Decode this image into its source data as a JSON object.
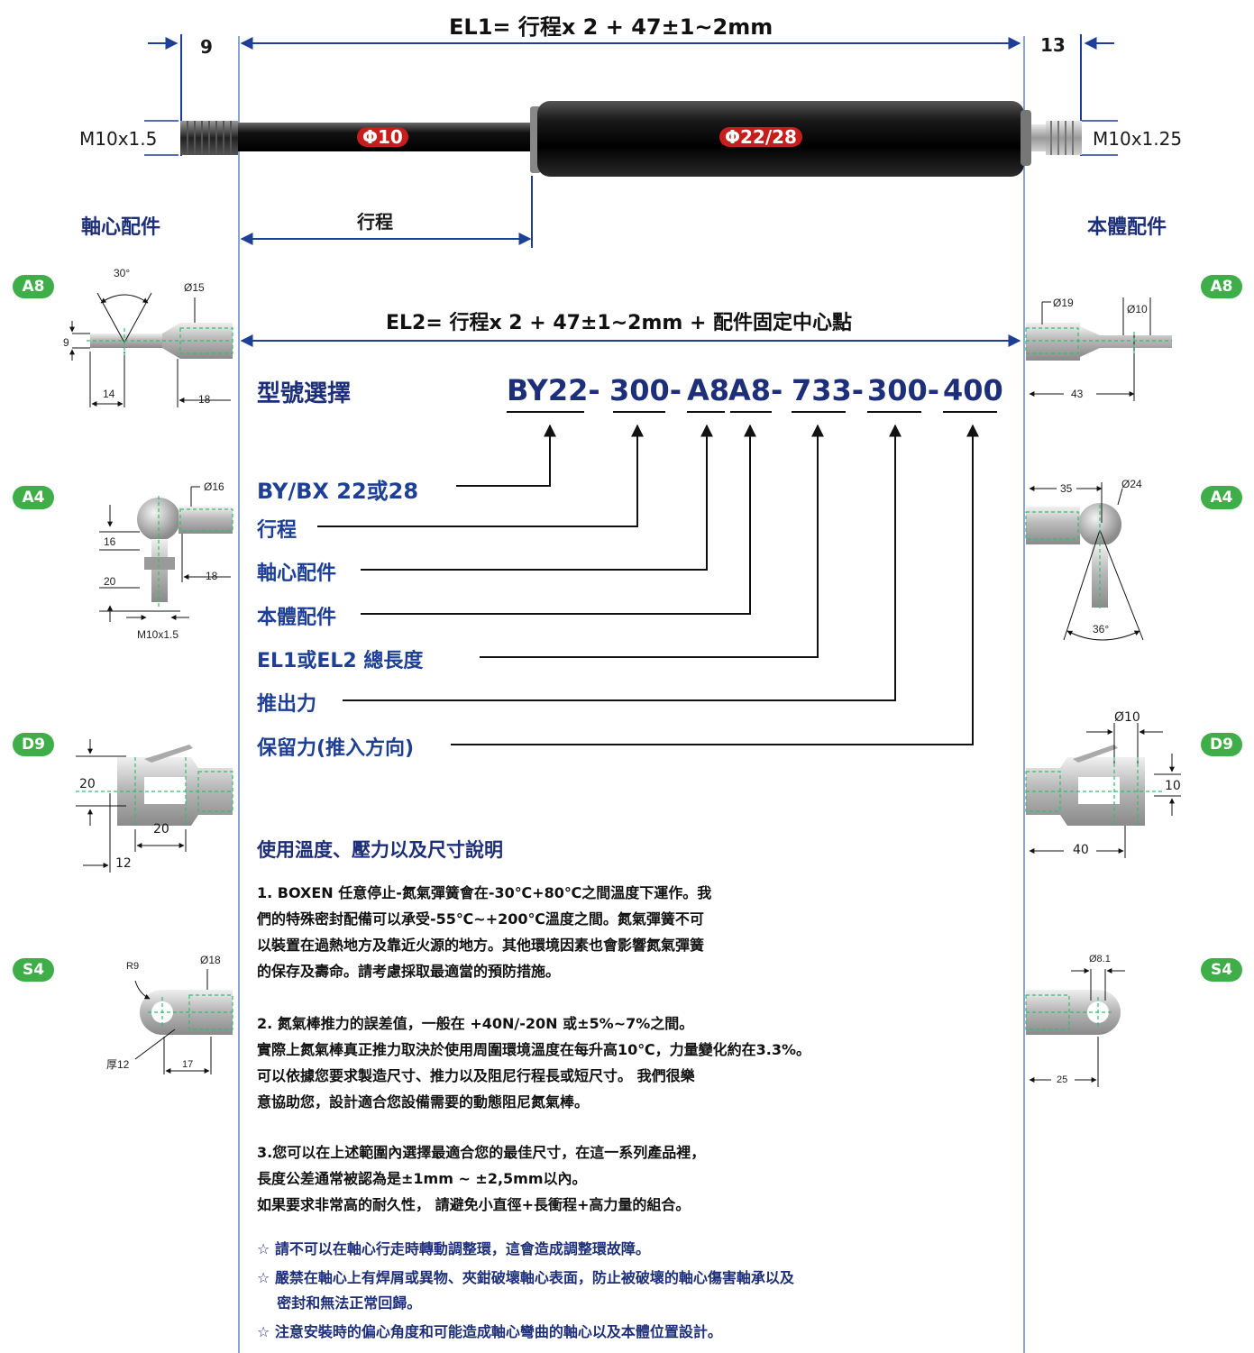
{
  "formula": {
    "el1": "EL1= 行程x 2 + 47±1~2mm",
    "el2": "EL2= 行程x 2 + 47±1~2mm + 配件固定中心點",
    "stroke": "行程"
  },
  "spring": {
    "left_offset": "9",
    "right_offset": "13",
    "left_thread": "M10x1.5",
    "right_thread": "M10x1.25",
    "rod_diameter": "Φ10",
    "body_diameter": "Φ22/28"
  },
  "headings": {
    "rod_fittings": "軸心配件",
    "body_fittings": "本體配件",
    "model_select": "型號選擇",
    "usage": "使用溫度、壓力以及尺寸說明"
  },
  "model_code": {
    "segments": [
      "BY22-",
      "300-",
      "A8",
      "A8-",
      "733-",
      "300-",
      "400"
    ]
  },
  "legend": [
    "BY/BX 22或28",
    "行程",
    "軸心配件",
    "本體配件",
    "EL1或EL2 總長度",
    "推出力",
    "保留力(推入方向)"
  ],
  "fittings": {
    "badges": [
      "A8",
      "A4",
      "D9",
      "S4"
    ],
    "a8_left": {
      "angle": "30°",
      "dia": "Ø15",
      "h": "9",
      "l1": "14",
      "l2": "18"
    },
    "a8_right": {
      "dia1": "Ø19",
      "dia2": "Ø10",
      "l": "43"
    },
    "a4_left": {
      "dia": "Ø16",
      "h1": "16",
      "h2": "20",
      "l": "18",
      "thread": "M10x1.5"
    },
    "a4_right": {
      "l": "35",
      "dia": "Ø24",
      "angle": "36°"
    },
    "d9_left": {
      "h": "20",
      "w": "20",
      "l": "12"
    },
    "d9_right": {
      "dia": "Ø10",
      "h": "10",
      "l": "40"
    },
    "s4_left": {
      "r": "R9",
      "dia": "Ø18",
      "thick": "厚12",
      "l": "17"
    },
    "s4_right": {
      "dia": "Ø8.1",
      "l": "25"
    }
  },
  "paragraphs": [
    [
      "1. BOXEN 任意停止-氮氣彈簧會在-30℃+80℃之間溫度下運作。我",
      "們的特殊密封配備可以承受-55℃~+200℃溫度之間。氮氣彈簧不可",
      "以裝置在過熱地方及靠近火源的地方。其他環境因素也會影響氮氣彈簧",
      "的保存及壽命。請考慮採取最適當的預防措施。"
    ],
    [
      "2. 氮氣棒推力的誤差值，一般在 +40N/-20N 或±5%~7%之間。",
      "實際上氮氣棒真正推力取決於使用周圍環境溫度在每升高10℃，力量變化約在3.3%。",
      "可以依據您要求製造尺寸、推力以及阻尼行程長或短尺寸。 我們很樂",
      "意協助您，設計適合您設備需要的動態阻尼氮氣棒。"
    ],
    [
      "3.您可以在上述範圍內選擇最適合您的最佳尺寸，在這一系列產品裡，",
      "長度公差通常被認為是±1mm ~ ±2,5mm以內。",
      "如果要求非常高的耐久性， 請避免小直徑+長衝程+高力量的組合。"
    ]
  ],
  "warnings": [
    [
      "☆ 請不可以在軸心行走時轉動調整環，這會造成調整環故障。"
    ],
    [
      "☆ 嚴禁在軸心上有焊屑或異物、夾鉗破壞軸心表面，防止被破壞的軸心傷害軸承以及",
      "    密封和無法正常回歸。"
    ],
    [
      "☆ 注意安裝時的偏心角度和可能造成軸心彎曲的軸心以及本體位置設計。"
    ]
  ],
  "colors": {
    "navy": "#1e2f7a",
    "badge_green": "#3fae49",
    "guide_blue": "#7c9ad0",
    "dim_line": "#1e3f96",
    "red_label": "#d42020",
    "hint_green": "#2fbf6f"
  }
}
